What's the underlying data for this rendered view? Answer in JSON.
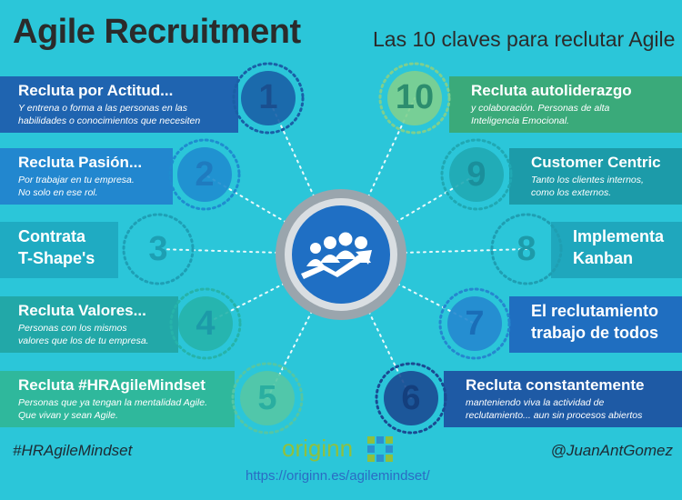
{
  "title": "Agile Recruitment",
  "subtitle": "Las 10 claves para reclutar Agile",
  "keys": [
    {
      "num": "1",
      "title": "Recluta  por Actitud...",
      "desc": [
        "Y entrena o forma a las personas en las",
        "habilidades o  conocimientos que necesiten"
      ]
    },
    {
      "num": "2",
      "title": "Recluta  Pasión...",
      "desc": [
        "Por trabajar en tu empresa.",
        "No solo en ese rol."
      ]
    },
    {
      "num": "3",
      "title": "Contrata",
      "title2": "T-Shape's"
    },
    {
      "num": "4",
      "title": "Recluta  Valores...",
      "desc": [
        "Personas con los mismos",
        "valores que los de tu empresa."
      ]
    },
    {
      "num": "5",
      "title": "Recluta  #HRAgileMindset",
      "desc": [
        "Personas que ya tengan la mentalidad Agile.",
        "Que vivan y sean Agile."
      ]
    },
    {
      "num": "6",
      "title": "Recluta constantemente",
      "desc": [
        "manteniendo viva la actividad de",
        "reclutamiento... aun sin procesos abiertos"
      ]
    },
    {
      "num": "7",
      "title": "El reclutamiento",
      "title2": "trabajo de todos"
    },
    {
      "num": "8",
      "title": "Implementa",
      "title2": "Kanban"
    },
    {
      "num": "9",
      "title": "Customer Centric",
      "desc": [
        "Tanto los clientes internos,",
        "como los externos."
      ]
    },
    {
      "num": "10",
      "title": "Recluta autoliderazgo",
      "desc": [
        "y colaboración. Personas de alta",
        "Inteligencia Emocional."
      ]
    }
  ],
  "footer": {
    "hashtag": "#HRAgileMindset",
    "logo": "originn",
    "url": "https://originn.es/agilemindset/",
    "handle": "@JuanAntGomez"
  },
  "colors": {
    "background": "#2bc6d9",
    "center_ring": "#9aa5ad",
    "center_fill": "#1f6fc4"
  }
}
